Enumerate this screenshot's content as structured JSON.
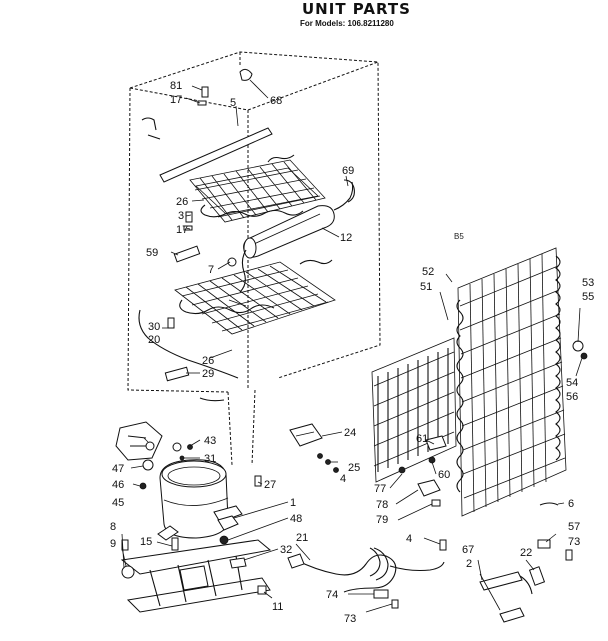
{
  "header": {
    "title": "UNIT PARTS",
    "subtitle": "For Models: 106.8211280",
    "diagram_code": "B5"
  },
  "callouts": {
    "c1": "1",
    "c2": "2",
    "c3": "3",
    "c4a": "4",
    "c4b": "4",
    "c5": "5",
    "c6": "6",
    "c7": "7",
    "c8": "8",
    "c9": "9",
    "c11": "11",
    "c12": "12",
    "c15": "15",
    "c17a": "17",
    "c17b": "17",
    "c20": "20",
    "c21": "21",
    "c22": "22",
    "c24": "24",
    "c25": "25",
    "c26a": "26",
    "c26b": "26",
    "c27": "27",
    "c29": "29",
    "c30": "30",
    "c31": "31",
    "c32": "32",
    "c43": "43",
    "c45": "45",
    "c46": "46",
    "c47": "47",
    "c48": "48",
    "c51": "51",
    "c52": "52",
    "c53": "53",
    "c54": "54",
    "c55": "55",
    "c56": "56",
    "c57": "57",
    "c59": "59",
    "c60": "60",
    "c61": "61",
    "c67": "67",
    "c68": "68",
    "c69": "69",
    "c73a": "73",
    "c73b": "73",
    "c74": "74",
    "c77": "77",
    "c78": "78",
    "c79": "79",
    "c81": "81"
  }
}
